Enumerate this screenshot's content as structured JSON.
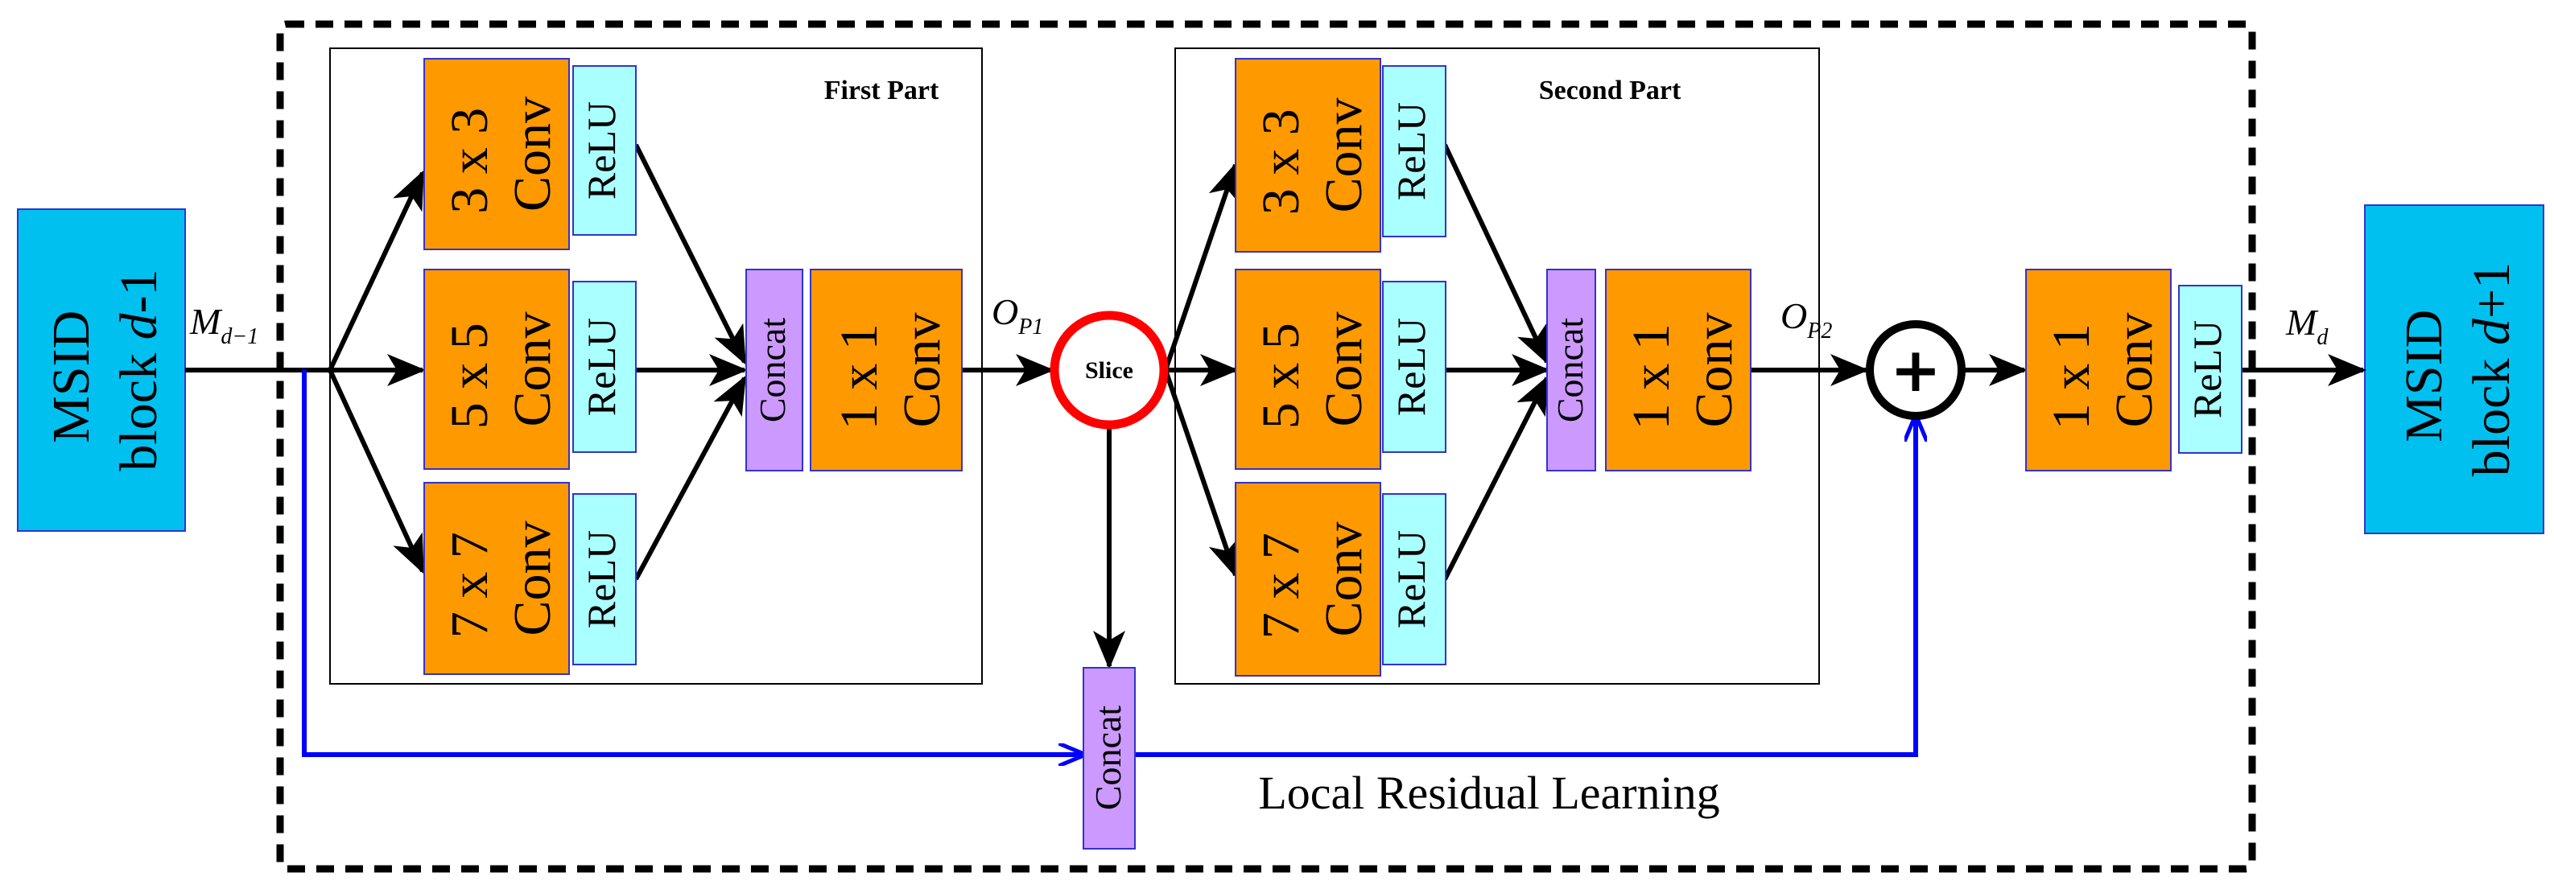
{
  "input_block": {
    "line1": "MSID",
    "line2_prefix": "block ",
    "line2_var": "d",
    "line2_suffix": "-1"
  },
  "output_block": {
    "line1": "MSID",
    "line2_prefix": "block ",
    "line2_var": "d",
    "line2_suffix": "+1"
  },
  "first_part": {
    "title": "First Part",
    "convs": [
      {
        "size": "3 x 3",
        "label": "Conv"
      },
      {
        "size": "5 x 5",
        "label": "Conv"
      },
      {
        "size": "7 x 7",
        "label": "Conv"
      }
    ],
    "relu": "ReLU",
    "concat": "Concat",
    "fuse": {
      "size": "1 x 1",
      "label": "Conv"
    }
  },
  "second_part": {
    "title": "Second Part",
    "convs": [
      {
        "size": "3 x 3",
        "label": "Conv"
      },
      {
        "size": "5 x 5",
        "label": "Conv"
      },
      {
        "size": "7 x 7",
        "label": "Conv"
      }
    ],
    "relu": "ReLU",
    "concat": "Concat",
    "fuse": {
      "size": "1 x 1",
      "label": "Conv"
    }
  },
  "slice": "Slice",
  "bottom_concat": "Concat",
  "sum_symbol": "+",
  "final": {
    "size": "1 x 1",
    "label": "Conv",
    "relu": "ReLU"
  },
  "residual_label": "Local Residual Learning",
  "signals": {
    "m_in": {
      "base": "M",
      "sub": "d−1"
    },
    "op1": {
      "base": "O",
      "sub": "P1"
    },
    "op2": {
      "base": "O",
      "sub": "P2"
    },
    "m_out": {
      "base": "M",
      "sub": "d"
    }
  },
  "colors": {
    "msid_block": "#00c0f0",
    "conv": "#ff9900",
    "relu": "#aaffff",
    "concat": "#cc99ff",
    "slice_ring": "#ff0000",
    "residual_line": "#0000ff",
    "box_border": "#3333cc"
  }
}
